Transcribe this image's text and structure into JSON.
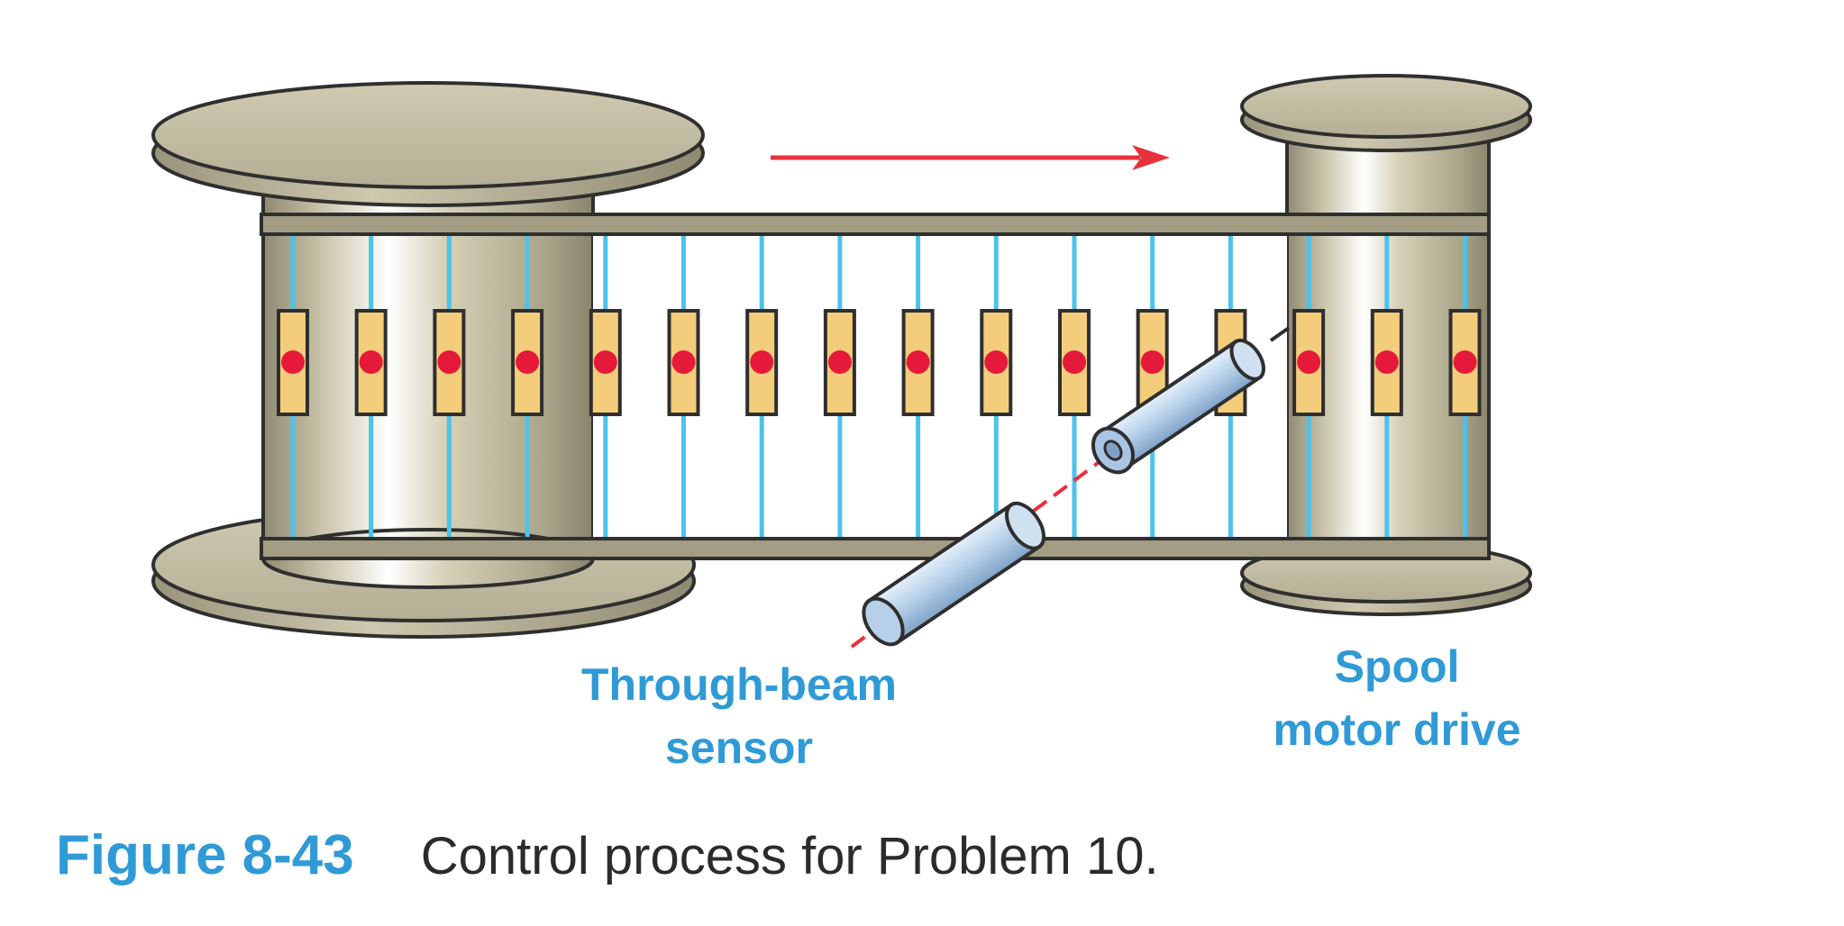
{
  "labels": {
    "sensor_line1": "Through-beam",
    "sensor_line2": "sensor",
    "spool_line1": "Spool",
    "spool_line2": "motor drive"
  },
  "caption": {
    "number": "Figure 8-43",
    "text": "Control process for Problem 10."
  },
  "components": {
    "left_reel": "supply-reel",
    "right_reel": "spool-motor-drive",
    "tape": "component-tape",
    "sensor_emitter": "through-beam-emitter",
    "sensor_receiver": "through-beam-receiver",
    "direction": "direction-arrow-right",
    "component_count": 16
  },
  "colors": {
    "accent_blue": "#2f9ad6",
    "beam_red": "#e8313d",
    "reel_metal": "#b9b49a",
    "component_body": "#f4cd7c",
    "component_dot": "#e51a3a",
    "lead_blue": "#4cc3ea",
    "sensor_blue": "#aecbe6"
  }
}
